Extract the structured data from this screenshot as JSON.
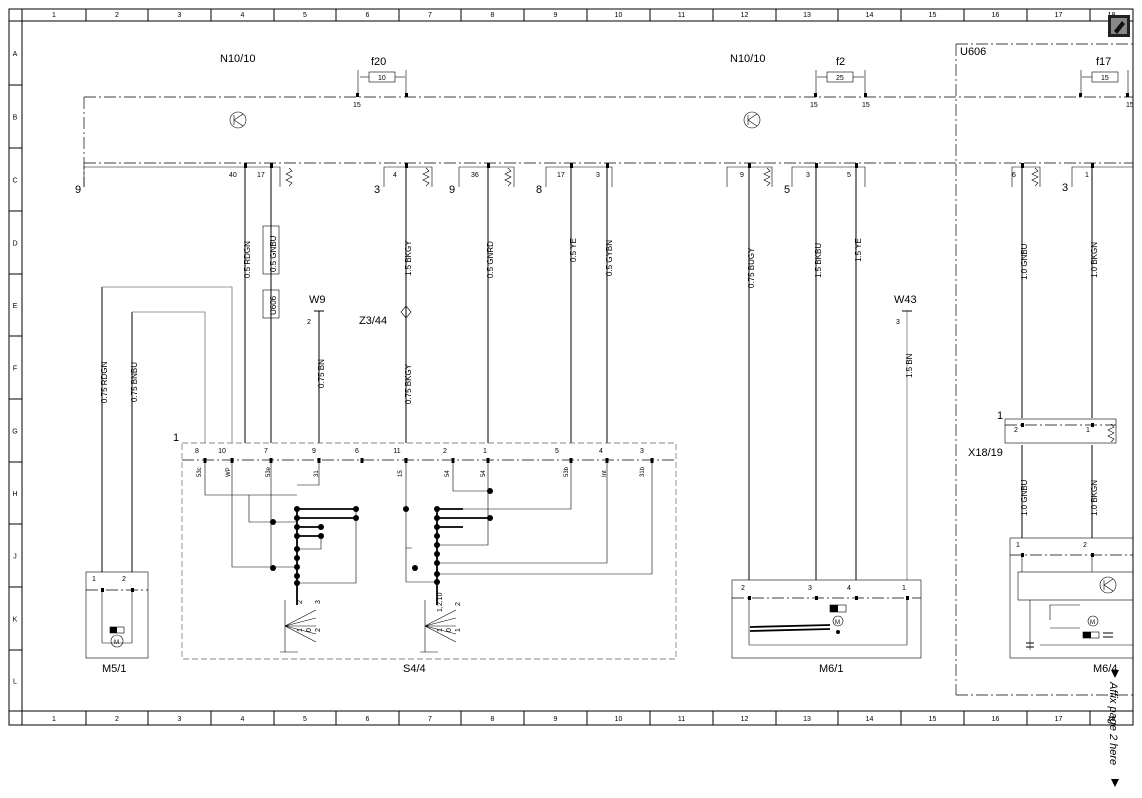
{
  "grid": {
    "columns": [
      "1",
      "2",
      "3",
      "4",
      "5",
      "6",
      "7",
      "8",
      "9",
      "10",
      "11",
      "12",
      "13",
      "14",
      "15",
      "16",
      "17",
      "18"
    ],
    "rows": [
      "A",
      "B",
      "C",
      "D",
      "E",
      "F",
      "G",
      "H",
      "J",
      "K",
      "L"
    ]
  },
  "components": {
    "n10_left": "N10/10",
    "n10_right": "N10/10",
    "u606": "U606",
    "f20": "f20",
    "f20_rating": "10",
    "f2": "f2",
    "f2_rating": "25",
    "f17": "f17",
    "f17_rating": "15",
    "w9": "W9",
    "w43": "W43",
    "z3_44": "Z3/44",
    "x18_19": "X18/19",
    "m5_1": "M5/1",
    "s4_4": "S4/4",
    "m6_1": "M6/1",
    "m6_4": "M6/4"
  },
  "connector_numbers": {
    "c9a": "9",
    "c3a": "3",
    "c9b": "9",
    "c8": "8",
    "c5": "5",
    "c3b": "3",
    "w9_pin": "2",
    "w43_pin": "3",
    "x18_pin": "1",
    "s4_pin": "1"
  },
  "pins": {
    "f20_15": "15",
    "f2_15a": "15",
    "f2_15b": "15",
    "f17_15": "15",
    "p40": "40",
    "p17a": "17",
    "p4": "4",
    "p36": "36",
    "p17b": "17",
    "p3": "3",
    "p9": "9",
    "p3r": "3",
    "p5": "5",
    "p6": "6",
    "p1r": "1"
  },
  "wires": {
    "w1": "0.5 RDGN",
    "w2": "0.5 GNBU",
    "u606_tag": "U606",
    "w3": "1.5 BKGY",
    "w4": "0.5 GNRD",
    "w5": "0.5 YE",
    "w6": "0.5 GYBN",
    "w7": "0.75 BUGY",
    "w8": "1.5 BKBU",
    "w9": "1.5 YE",
    "w10": "1.0 GNBU",
    "w11": "1.0 BKGN",
    "w12": "0.75 RDGN",
    "w13": "0.75 BNBU",
    "w14": "0.75 BN",
    "w15": "0.75 BKGY",
    "w16": "1.5 BN",
    "w17": "1.0 GNBU",
    "w18": "1.0 BKGN"
  },
  "s4_pins": [
    "8",
    "10",
    "7",
    "9",
    "6",
    "11",
    "2",
    "1",
    "5",
    "4",
    "3"
  ],
  "s4_terms": [
    "53c",
    "WP",
    "53e",
    "31",
    "15",
    "54",
    "54",
    "53b",
    "Int",
    "31b"
  ],
  "switch_positions": {
    "left_a": "2",
    "left_b": "0",
    "left_c": "3",
    "left_d": "1",
    "left_e": "0",
    "left_f": "2",
    "left_g": "3",
    "right_a": "1,2,10",
    "right_b": "0",
    "right_c": "1",
    "right_d": "2",
    "right_e": "1",
    "right_f": "0",
    "right_g": "1",
    "right_h": "2"
  },
  "m5_pins": [
    "1",
    "2"
  ],
  "m6_1_pins": [
    "2",
    "3",
    "4",
    "1"
  ],
  "x18_pins": [
    "2",
    "1"
  ],
  "m6_4_pins": [
    "1",
    "2"
  ],
  "motor": "M",
  "affix_text": "Affix page 2 here"
}
